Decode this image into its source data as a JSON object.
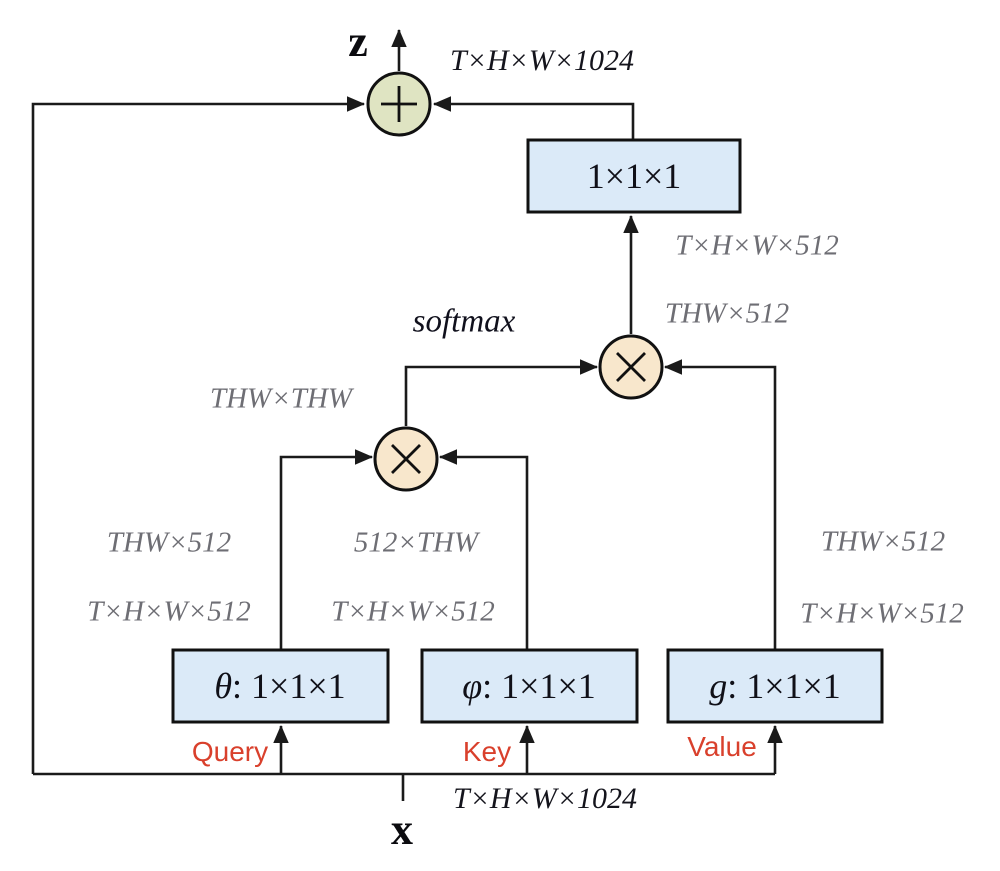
{
  "diagram": {
    "kind": "non-local attention block flow diagram",
    "input_var": "x",
    "output_var": "z",
    "softmax_label": "softmax"
  },
  "nodes": {
    "top_conv": {
      "label": "1×1×1"
    },
    "theta": {
      "prefix": "θ",
      "rest": ": 1×1×1"
    },
    "phi": {
      "prefix": "φ",
      "rest": ": 1×1×1"
    },
    "g": {
      "prefix": "g",
      "rest": ": 1×1×1"
    }
  },
  "dims": {
    "output": "T×H×W×1024",
    "input": "T×H×W×1024",
    "after_top_conv": "T×H×W×512",
    "before_top_conv": "THW×512",
    "attention_map": "THW×THW",
    "theta_flat": "THW×512",
    "theta_conv": "T×H×W×512",
    "phi_flat": "512×THW",
    "phi_conv": "T×H×W×512",
    "g_flat": "THW×512",
    "g_conv": "T×H×W×512"
  },
  "roles": {
    "query": "Query",
    "key": "Key",
    "value": "Value"
  },
  "colors": {
    "line": "#1a1a1a",
    "box_fill": "#dbeaf8",
    "box_stroke": "#111111",
    "add_fill": "#dfe4c2",
    "mul_fill": "#f8e7cc",
    "dim_label": "#6e6e74",
    "black_label": "#14141c",
    "role_label": "#d9402c"
  }
}
